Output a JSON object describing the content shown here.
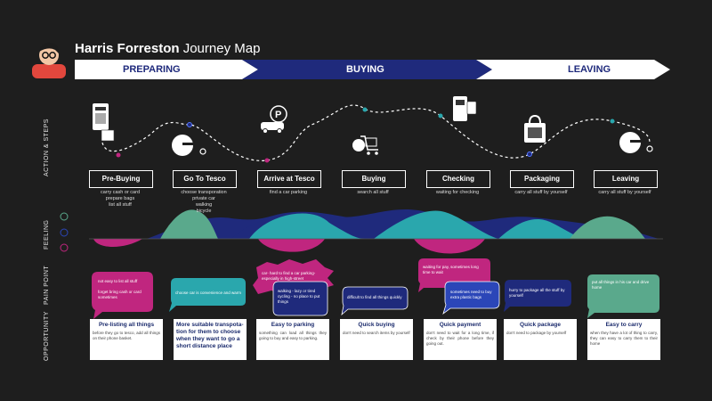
{
  "header": {
    "name": "Harris Forreston",
    "subtitle": "Journey Map"
  },
  "phases": [
    "PREPARING",
    "BUYING",
    "LEAVING"
  ],
  "side_labels": {
    "action": "ACTION & STEPS",
    "feeling": "FEELING",
    "pain": "PAIN POINT",
    "opportunity": "OPPORTUNITY"
  },
  "steps": [
    {
      "label": "Pre-Buying",
      "desc": "carry cash or card\nprepare bags\nlist all stuff"
    },
    {
      "label": "Go To Tesco",
      "desc": "choose transporation\nprivate car\nwalking\nbicycle"
    },
    {
      "label": "Arrive at Tesco",
      "desc": "find a car parking"
    },
    {
      "label": "Buying",
      "desc": "search all stuff"
    },
    {
      "label": "Checking",
      "desc": "waiting for checking"
    },
    {
      "label": "Packaging",
      "desc": "carry all stuff by yourself"
    },
    {
      "label": "Leaving",
      "desc": "carry all stuff by yourself"
    }
  ],
  "pain_points": [
    {
      "text": "not easy to list all stuff"
    },
    {
      "text": "forget bring cash or card sometimes"
    },
    {
      "text": "choose car is convenience and warm"
    },
    {
      "text": "car- hard to find a car parking-especially in high-street"
    },
    {
      "text": "walking - lazy or tired\ncycling - no place to put things"
    },
    {
      "text": "difficult to find all things quickly"
    },
    {
      "text": "waiting for pay, sometimes long time to wait"
    },
    {
      "text": "sometimes need to buy extra plastic bags"
    },
    {
      "text": "hurry to package all the stuff by yourself"
    },
    {
      "text": "put all things in his car and drive home"
    }
  ],
  "opportunities": [
    {
      "title": "Pre-listing all things",
      "desc": "before they go to tesco, add all things on their phone basket."
    },
    {
      "title": "More suitable transpota-tion for them to choose when they want to go a short distance place",
      "desc": ""
    },
    {
      "title": "Easy to parking",
      "desc": "something can load all things they going to buy and easy to parking."
    },
    {
      "title": "Quick buying",
      "desc": "don't need to search items by yourself"
    },
    {
      "title": "Quick payment",
      "desc": "don't need to wait for a long time, if check by their phone before they going out."
    },
    {
      "title": "Quick package",
      "desc": "don't need to package by yourself"
    },
    {
      "title": "Easy to carry",
      "desc": "when they have a lot of thing to carry, they can easy to carry them to their home"
    }
  ],
  "colors": {
    "navy": "#1f2a7c",
    "magenta": "#c0267f",
    "teal": "#2aa7ad",
    "green": "#5aa98c",
    "blue": "#2b46b8"
  }
}
